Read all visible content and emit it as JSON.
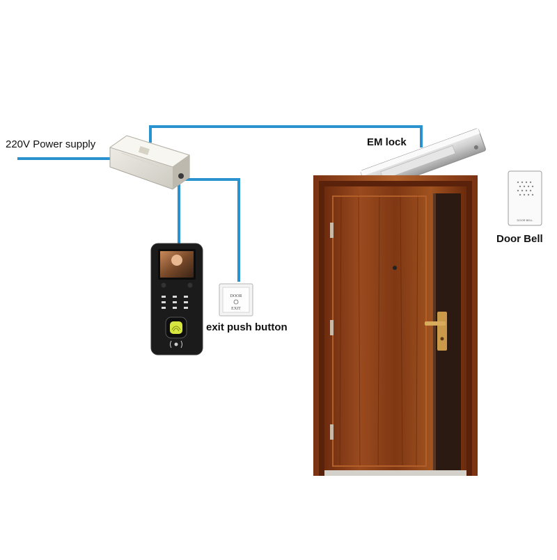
{
  "labels": {
    "power_supply": "220V Power supply",
    "em_lock": "EM lock",
    "exit_button": "exit push button",
    "door_bell": "Door Bell"
  },
  "device_text": {
    "exit_button_top": "DOOR",
    "exit_button_bottom": "EXIT",
    "door_bell_plate": "DOOR BELL"
  },
  "colors": {
    "wire": "#2a93cf",
    "door_wood": "#8a3d16",
    "door_frame": "#9a4a1f",
    "door_dark_panel": "#2a1a12",
    "handle_gold": "#c99a4a",
    "terminal_body": "#1b1b1b",
    "fingerprint_glow": "#d8e640"
  },
  "icons": [
    "power-supply-icon",
    "em-lock-icon",
    "access-terminal-icon",
    "exit-button-icon",
    "door-bell-icon",
    "door-icon",
    "fingerprint-icon",
    "rfid-icon"
  ]
}
